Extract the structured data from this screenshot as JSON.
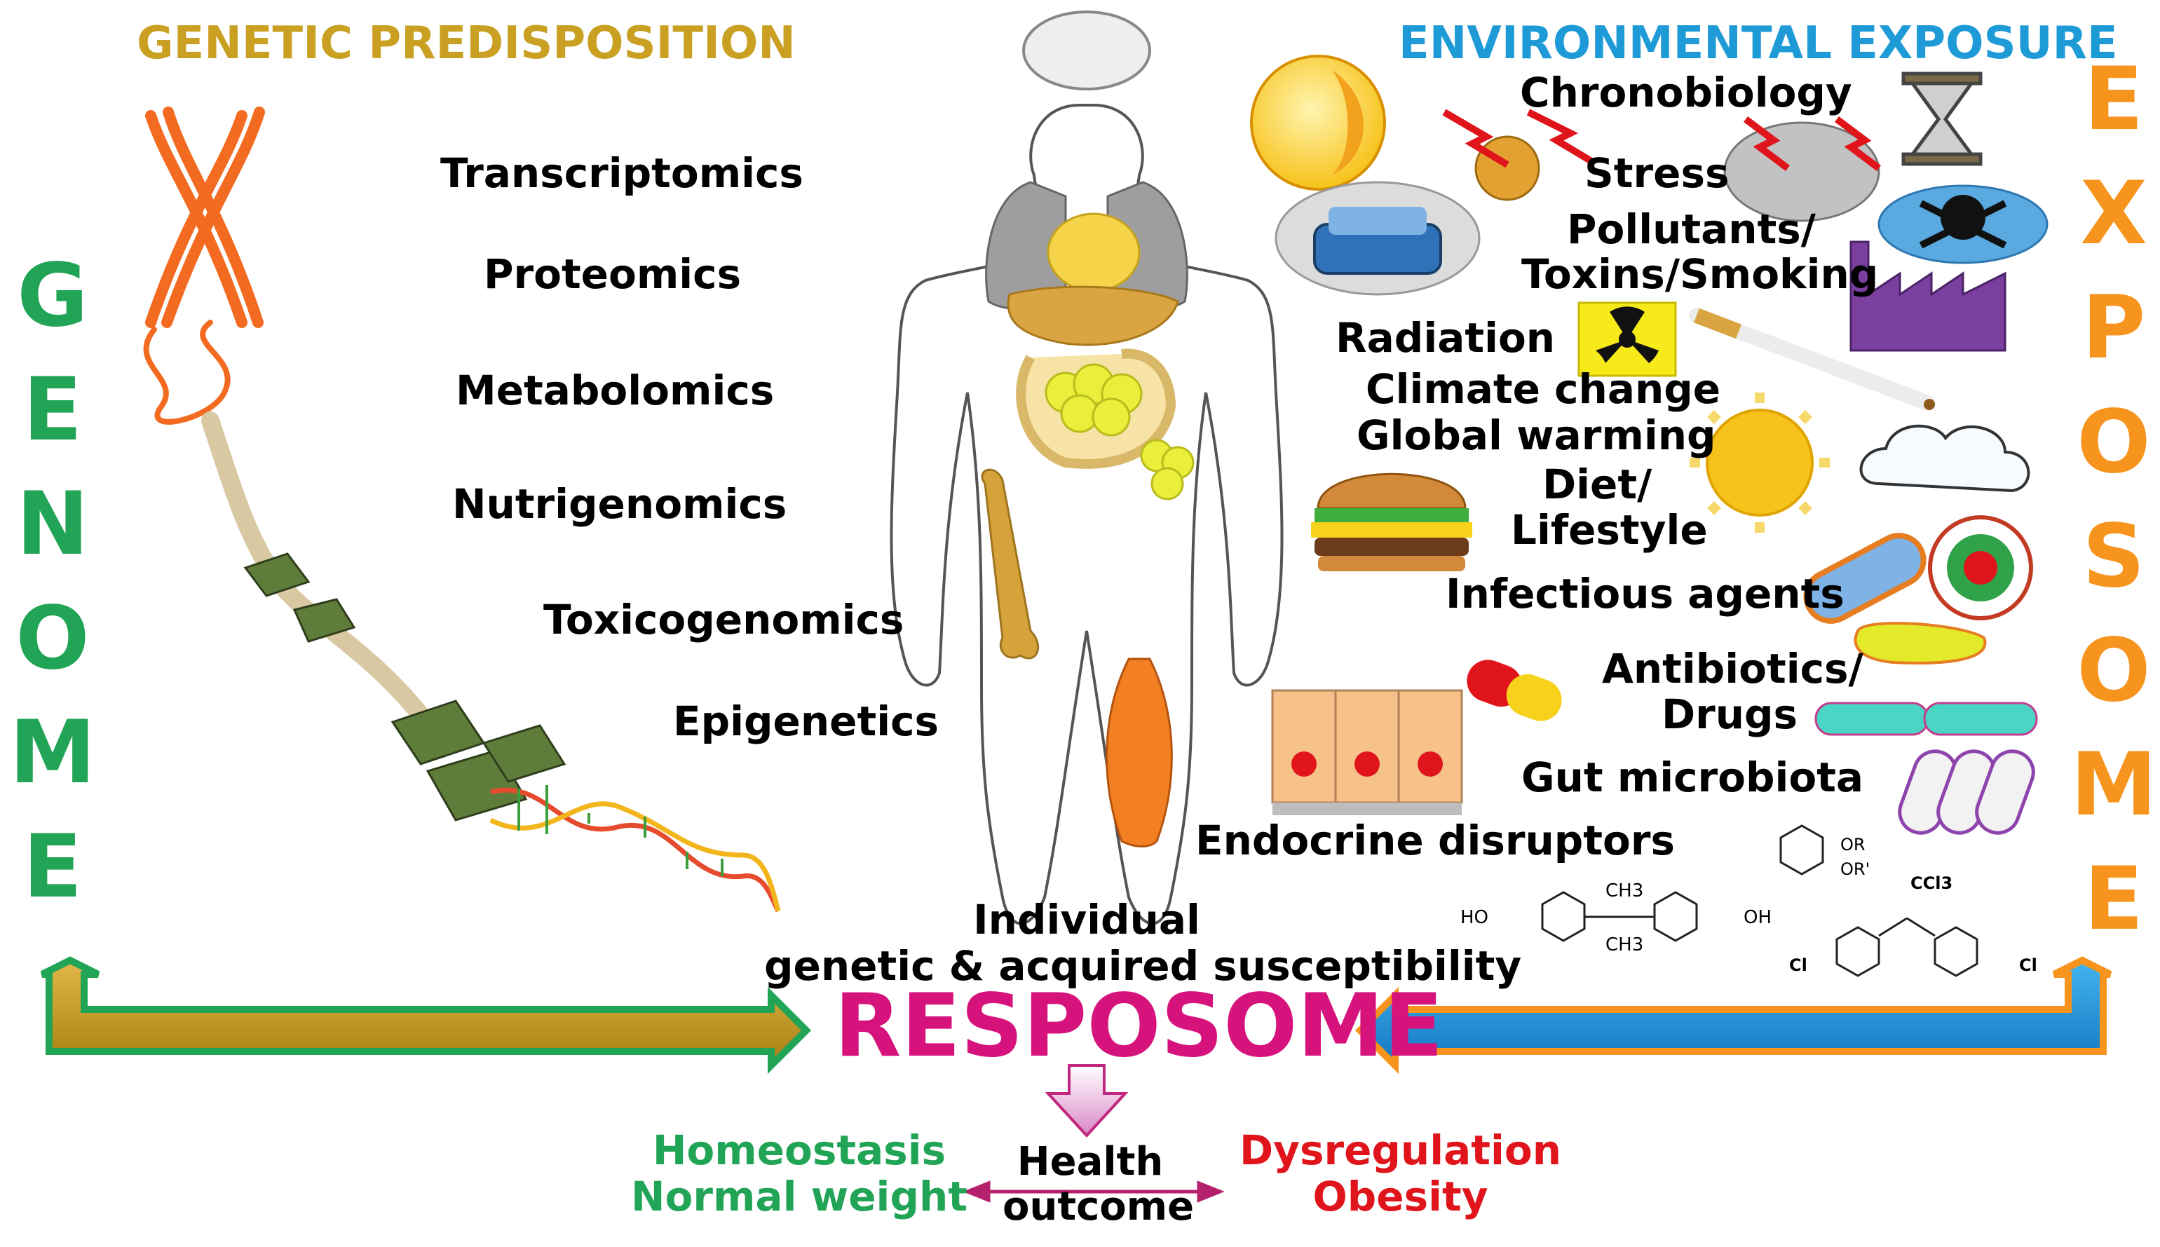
{
  "titles": {
    "genetic": "GENETIC PREDISPOSITION",
    "environmental": "ENVIRONMENTAL EXPOSURE"
  },
  "genome_letters": [
    "G",
    "E",
    "N",
    "O",
    "M",
    "E"
  ],
  "exposome_letters": [
    "E",
    "X",
    "P",
    "O",
    "S",
    "O",
    "M",
    "E"
  ],
  "omics": [
    "Transcriptomics",
    "Proteomics",
    "Metabolomics",
    "Nutrigenomics",
    "Toxicogenomics",
    "Epigenetics"
  ],
  "exposures": {
    "chronobiology": "Chronobiology",
    "stress": "Stress",
    "pollutants_1": "Pollutants/",
    "pollutants_2": "Toxins/Smoking",
    "radiation": "Radiation",
    "climate": "Climate change",
    "warming": "Global warming",
    "diet_1": "Diet/",
    "diet_2": "Lifestyle",
    "infectious": "Infectious agents",
    "antibiotics_1": "Antibiotics/",
    "antibiotics_2": "Drugs",
    "gut": "Gut microbiota",
    "endocrine": "Endocrine disruptors"
  },
  "chem_labels": {
    "ho": "HO",
    "oh": "OH",
    "ch3_top": "CH3",
    "ch3_bottom": "CH3",
    "or": "OR",
    "or_prime": "OR'",
    "ccl3": "CCl3",
    "cl_left": "Cl",
    "cl_right": "Cl"
  },
  "center": {
    "individual": "Individual",
    "susceptibility": "genetic & acquired susceptibility",
    "resposome": "RESPOSOME",
    "health_1": "Health",
    "health_2": "outcome",
    "homeostasis": "Homeostasis",
    "normal_weight": "Normal weight",
    "dysregulation": "Dysregulation",
    "obesity": "Obesity"
  },
  "colors": {
    "genome_green": "#21a456",
    "genetic_gold": "#c9a021",
    "env_blue": "#1e9bd7",
    "exposome_orange": "#f7941d",
    "resposome_magenta": "#d6137c",
    "dysregulation_red": "#e0151c",
    "chromosome_orange": "#f26b21"
  }
}
